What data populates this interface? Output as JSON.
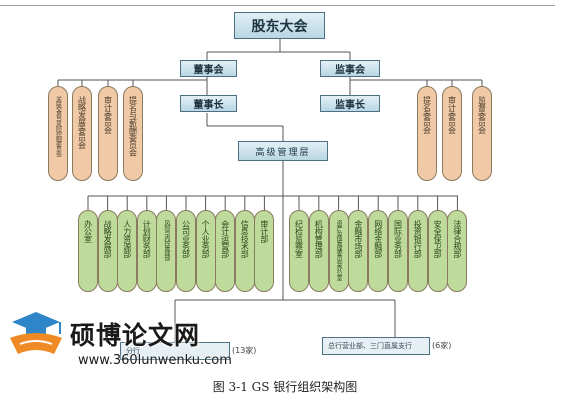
{
  "nodes": {
    "shareholders": "股东大会",
    "board": "董事会",
    "supervisory_board": "监事会",
    "chairman": "董事长",
    "chief_supervisor": "监事长",
    "senior_management": "高级管理层"
  },
  "board_committees": [
    "关联交易与风险控制委员会",
    "战略发展委员会",
    "审计委员会",
    "提名与薪酬委员会"
  ],
  "supervisory_committees": [
    "提名委员会",
    "审计委员会",
    "监督委员会"
  ],
  "departments_left": [
    "办公室",
    "战略发展部",
    "人力资源部",
    "计划财务部",
    "风险与内控管理部",
    "公司业务部",
    "个人业务部",
    "会计运营部",
    "信息技术部",
    "审计部"
  ],
  "departments_right": [
    "纪检监察室",
    "机构管理部",
    "资产负债管理委员会办公室",
    "金融市场部",
    "网络金融部",
    "国际业务部",
    "投资银行部",
    "安全保卫部",
    "法律合规部"
  ],
  "branches": {
    "left_label": "分行",
    "left_count": "(13家)",
    "right_label": "总行营业部、三门直属支行",
    "right_count": "(6家)"
  },
  "caption": "图 3-1 GS 银行组织架构图",
  "watermark": {
    "title": "硕博论文网",
    "url": "www.360lunwenku.com"
  },
  "colors": {
    "node_fill": "#c9e1ec",
    "board_committee_fill": "#f0c9a7",
    "department_fill": "#bedb9c",
    "line": "#555555"
  }
}
